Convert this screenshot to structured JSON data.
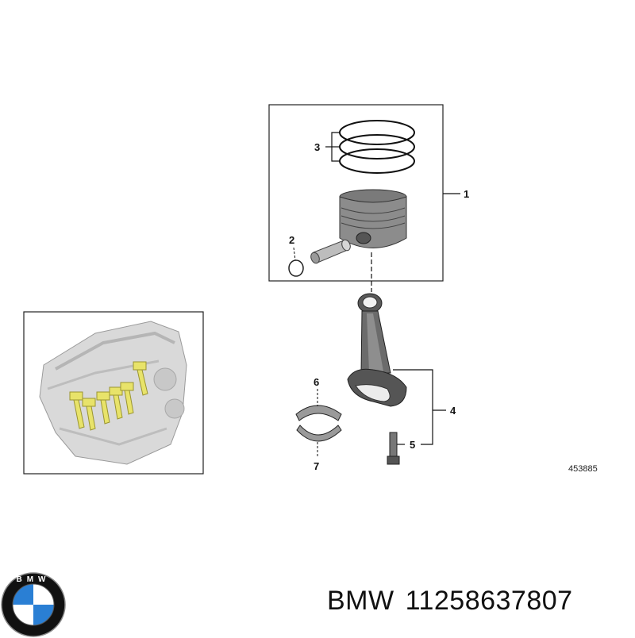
{
  "callouts": {
    "c1": "1",
    "c2": "2",
    "c3": "3",
    "c4": "4",
    "c5": "5",
    "c6": "6",
    "c7": "7"
  },
  "figure_number": "453885",
  "caption": {
    "brand": "BMW",
    "part_number": "11258637807"
  },
  "logo": {
    "text": "BMW",
    "colors": {
      "blue": "#2a7fd4",
      "white": "#ffffff",
      "black": "#111111"
    }
  },
  "highlight_color": "#e8e36a"
}
